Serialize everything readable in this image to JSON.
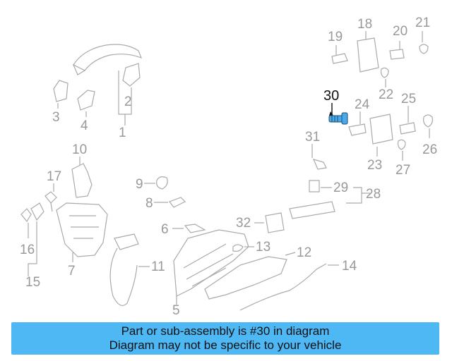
{
  "colors": {
    "banner_bg": "#4db8f4",
    "highlight_part": "#4aa9e8",
    "line_gray": "#aaaaaa",
    "label_gray": "#999999"
  },
  "diagram": {
    "highlighted_callout": "30",
    "callouts": [
      "1",
      "2",
      "3",
      "4",
      "5",
      "6",
      "7",
      "8",
      "9",
      "10",
      "11",
      "12",
      "13",
      "14",
      "15",
      "16",
      "17",
      "18",
      "19",
      "20",
      "21",
      "22",
      "23",
      "24",
      "25",
      "26",
      "27",
      "28",
      "29",
      "30",
      "31",
      "32"
    ]
  },
  "banner": {
    "line1": "Part or sub-assembly is #30 in diagram",
    "line2": "Diagram may not be specific to your vehicle"
  }
}
